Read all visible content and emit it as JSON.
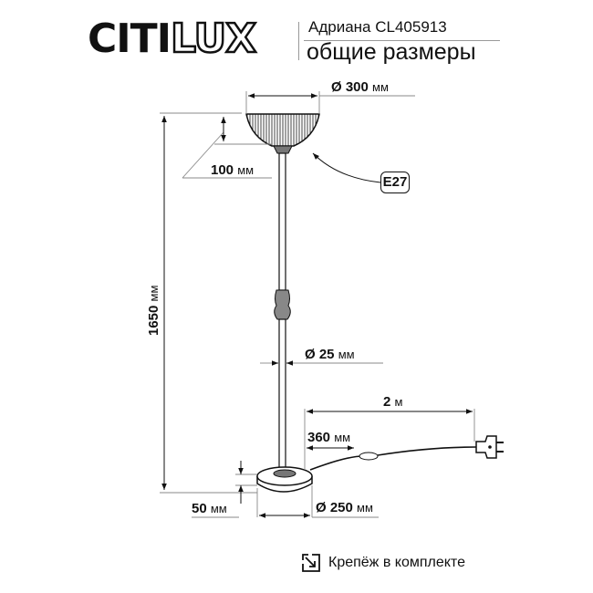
{
  "header": {
    "brand": {
      "solid": "CITI",
      "outline": "LUX"
    },
    "model": "Адриана CL405913",
    "subtitle": "общие размеры"
  },
  "dimensions": {
    "shade_diameter": {
      "symbol": "Ø",
      "value": "300",
      "unit": "мм"
    },
    "shade_height": {
      "value": "100",
      "unit": "мм"
    },
    "socket": "E27",
    "total_height": {
      "value": "1650",
      "unit": "мм"
    },
    "stem_diameter": {
      "symbol": "Ø",
      "value": "25",
      "unit": "мм"
    },
    "cord_length": {
      "value": "2",
      "unit": "м"
    },
    "switch_distance": {
      "value": "360",
      "unit": "мм"
    },
    "base_height": {
      "value": "50",
      "unit": "мм"
    },
    "base_diameter": {
      "symbol": "Ø",
      "value": "250",
      "unit": "мм"
    }
  },
  "footer": {
    "icon": "mount-arrow-icon",
    "text": "Крепёж в комплекте"
  },
  "colors": {
    "line": "#111111",
    "guide": "#888888",
    "background": "#ffffff"
  }
}
